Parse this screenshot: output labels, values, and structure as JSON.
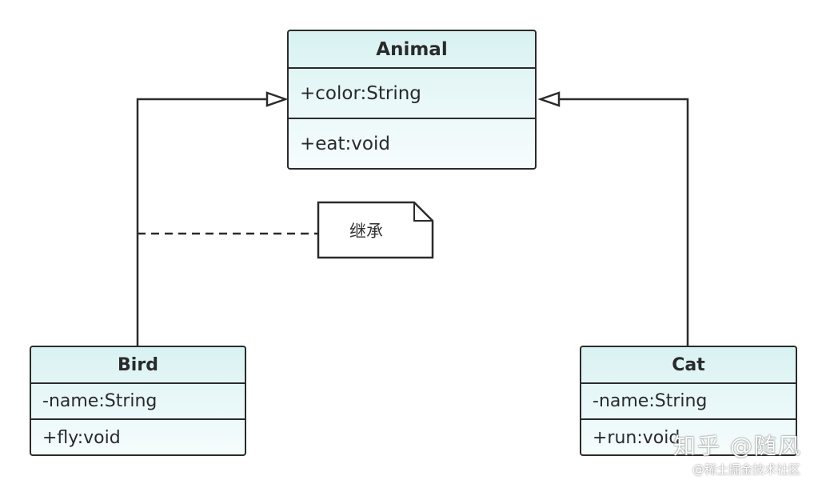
{
  "classes": {
    "animal": {
      "name": "Animal",
      "attributes": [
        "+color:String"
      ],
      "methods": [
        "+eat:void"
      ]
    },
    "bird": {
      "name": "Bird",
      "attributes": [
        "-name:String"
      ],
      "methods": [
        "+fly:void"
      ]
    },
    "cat": {
      "name": "Cat",
      "attributes": [
        "-name:String"
      ],
      "methods": [
        "+run:void"
      ]
    }
  },
  "note": {
    "text": "继承"
  },
  "watermark": {
    "line1": "知乎 @随风",
    "line2": "@稀土掘金技术社区"
  },
  "colors": {
    "class_fill": "#d8f2f1",
    "line": "#2b2b2b"
  }
}
